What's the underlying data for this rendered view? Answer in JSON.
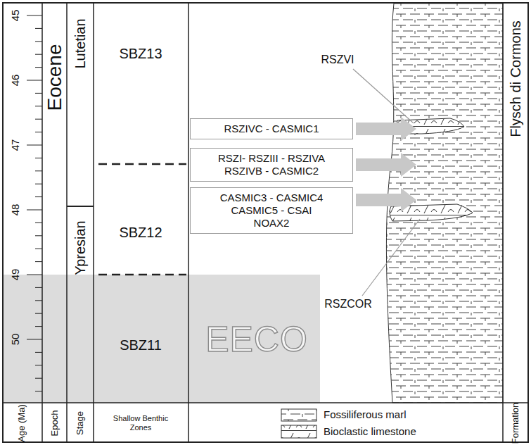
{
  "diagram": {
    "nodes": [
      {
        "text": [
          "RSZIVC - CASMIC1"
        ]
      },
      {
        "text": [
          "RSZI- RSZIII - RSZIVA RSZIVB - CASMIC2"
        ]
      },
      {
        "text": [
          "CASMIC3 - CASMIC4 CASMIC5 - CSAI NOAX2"
        ]
      }
    ],
    "labels": [
      "45",
      "46",
      "47",
      "48",
      "49",
      "50",
      "Eocene",
      "Lutetian",
      "Ypresian",
      "SBZ13",
      "SBZ12",
      "SBZ11",
      "EECO",
      "RSZVI",
      "RSZCOR",
      "Flysch di Cormons",
      "Age (Ma)",
      "Epoch",
      "Stage",
      "Shallow Benthic Zones",
      "Formation"
    ],
    "legend": [
      {
        "text": "Fossiliferous marl"
      },
      {
        "text": "Bioclastic limestone"
      }
    ]
  }
}
